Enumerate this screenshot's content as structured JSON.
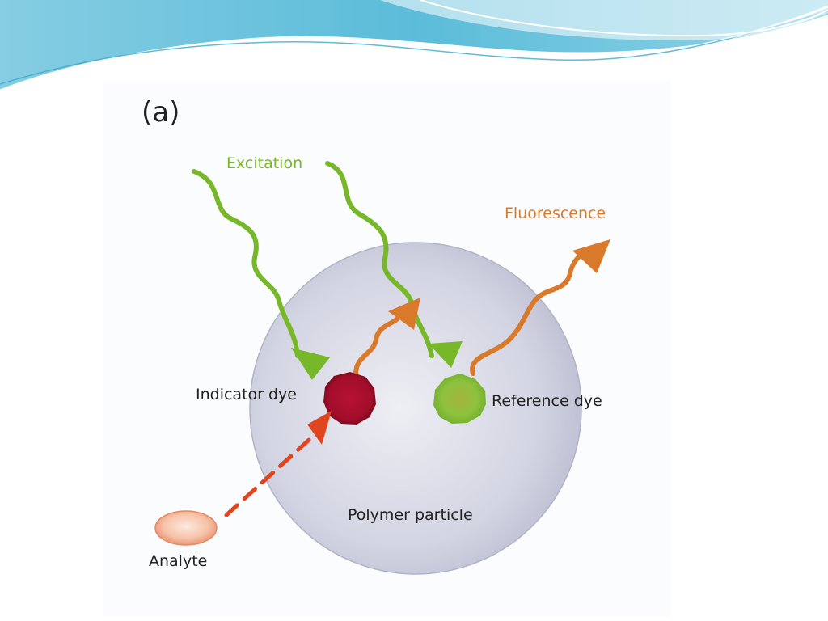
{
  "panel_label": "(a)",
  "labels": {
    "excitation": "Excitation",
    "fluorescence": "Fluorescence",
    "indicator_dye": "Indicator dye",
    "reference_dye": "Reference dye",
    "polymer_particle": "Polymer particle",
    "analyte": "Analyte"
  },
  "colors": {
    "excitation": "#77b82a",
    "fluorescence": "#d97a2a",
    "analyte_arrow": "#e0451f",
    "particle": "#c9cbdc",
    "indicator_dye": "#b5102c",
    "reference_dye": "#86c23a",
    "analyte": "#f5b59a",
    "header_wave": "#5fc2dc"
  }
}
